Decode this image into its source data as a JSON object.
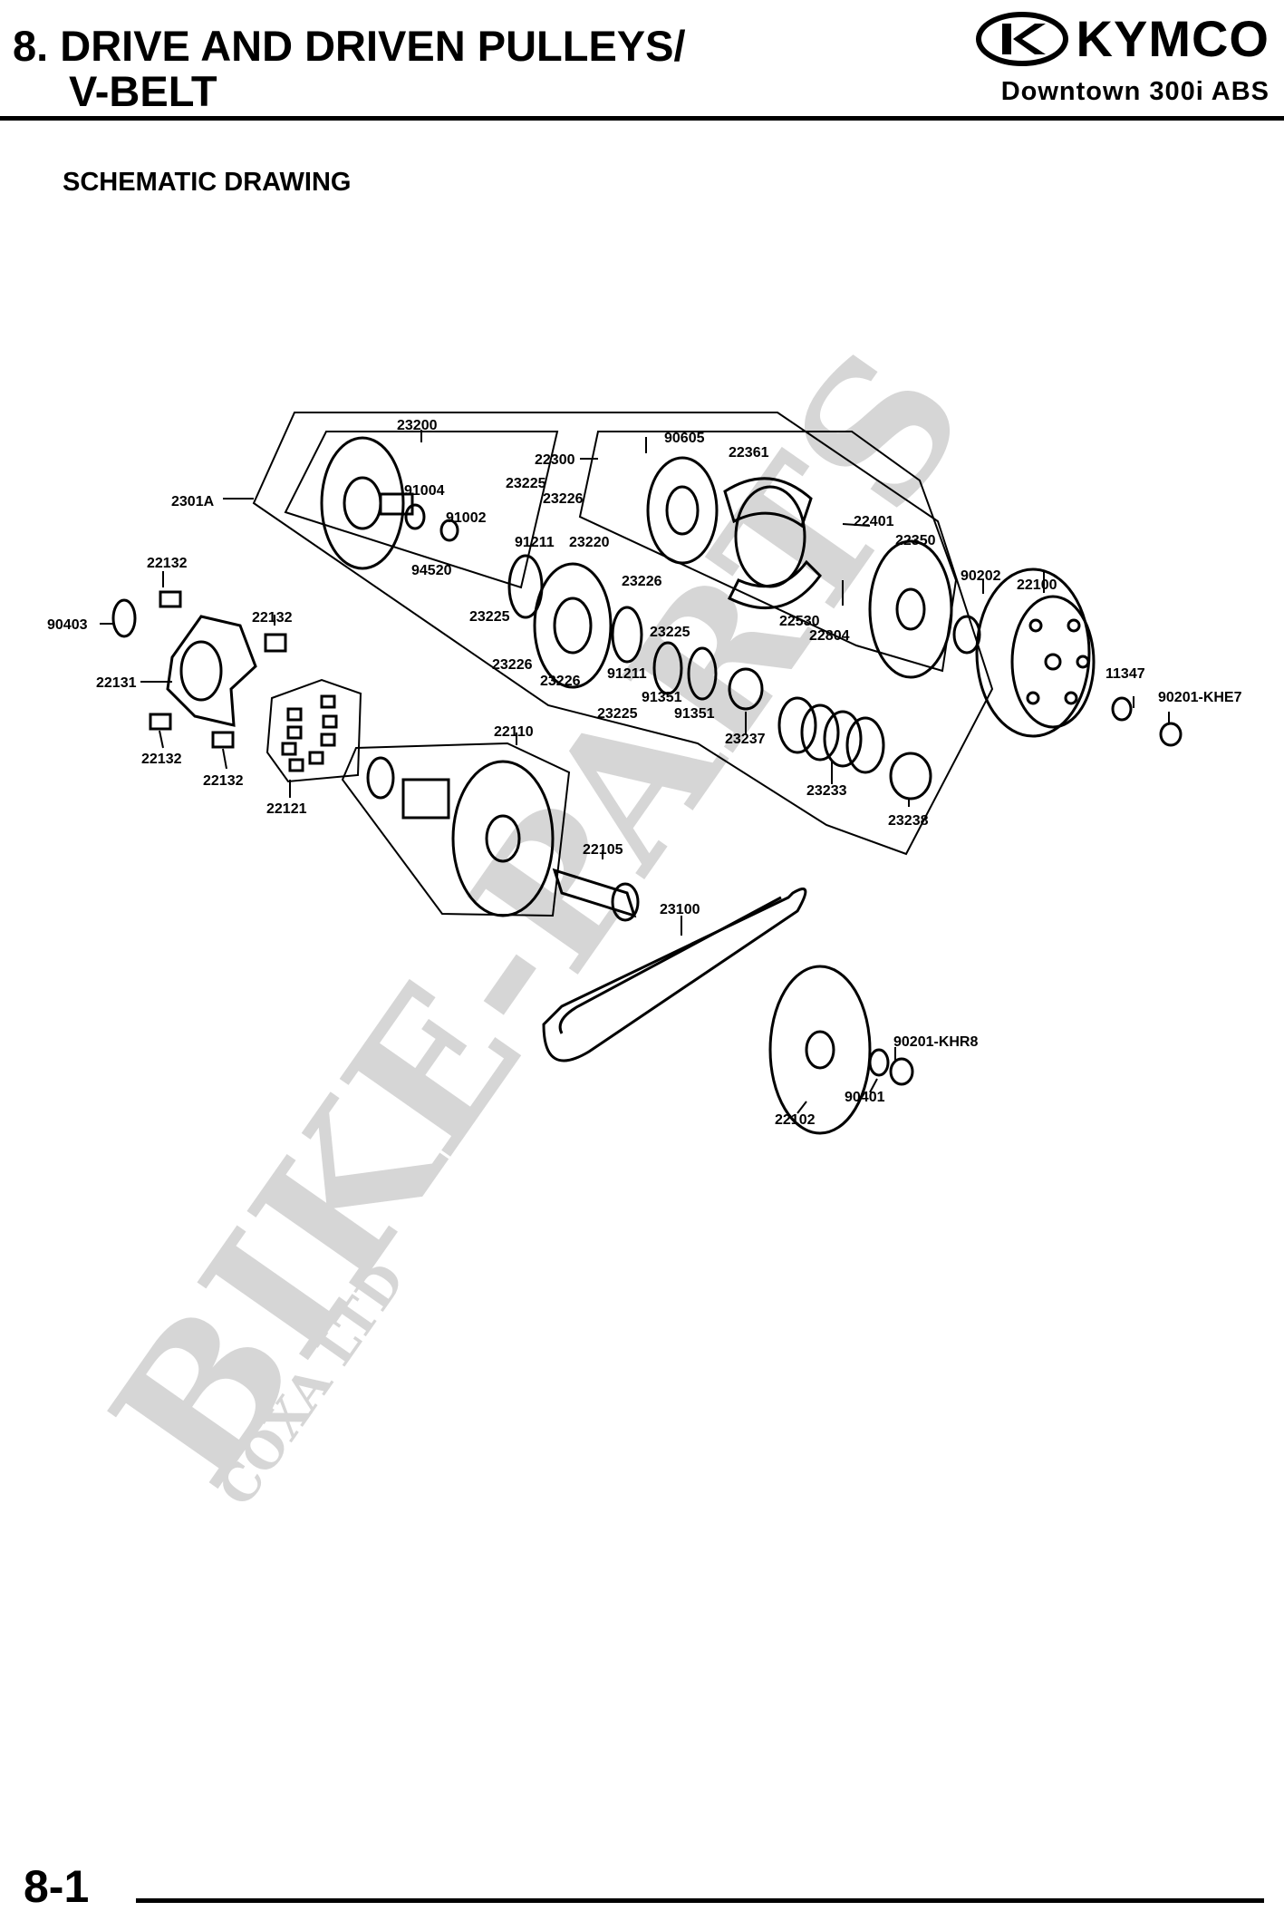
{
  "header": {
    "chapter_line1": "8. DRIVE AND DRIVEN PULLEYS/",
    "chapter_line2": "V-BELT",
    "brand": "KYMCO",
    "model": "Downtown 300i ABS"
  },
  "section_title": "SCHEMATIC DRAWING",
  "watermark": {
    "main": "BIKE-PARTS",
    "sub": "COXA LTD"
  },
  "parts": [
    "23200",
    "22300",
    "90605",
    "22361",
    "2301A",
    "91004",
    "91002",
    "23225",
    "23226",
    "22401",
    "94520",
    "91211",
    "23220",
    "22350",
    "90202",
    "22100",
    "23226",
    "23225",
    "22530",
    "22804",
    "23225",
    "22132",
    "22132",
    "90403",
    "23226",
    "91211",
    "23226",
    "22131",
    "91351",
    "91351",
    "23225",
    "23237",
    "11347",
    "90201-KHE7",
    "22132",
    "22132",
    "22110",
    "23233",
    "23238",
    "22121",
    "22105",
    "23100",
    "90201-KHR8",
    "90401",
    "22102"
  ],
  "footer": {
    "page_number": "8-1"
  }
}
